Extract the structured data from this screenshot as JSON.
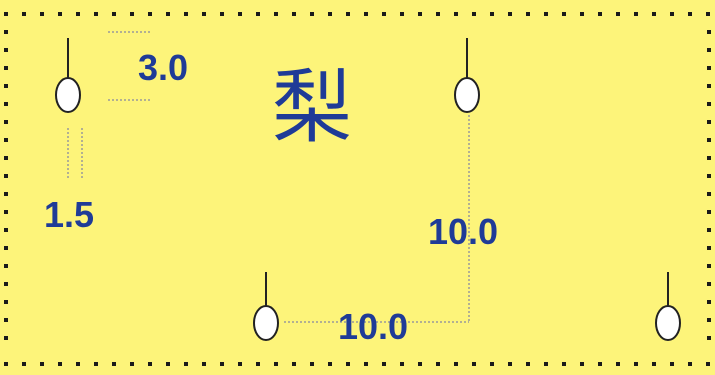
{
  "colors": {
    "background": "#fdf47a",
    "label": "#1f3b97",
    "title": "#1f3b97",
    "border_dot": "#1a1a1a",
    "guide_line": "#9a9a9a",
    "figure": "#222222",
    "figure_fill": "#ffffff"
  },
  "diagram": {
    "title": "梨",
    "labels": {
      "row_spacing_a": "3.0",
      "vertical_gap": "1.5",
      "row_spacing_b": "10.0",
      "plant_spacing": "10.0"
    },
    "figures": [
      "pin-marker",
      "pin-marker",
      "pin-marker",
      "pin-marker"
    ]
  }
}
